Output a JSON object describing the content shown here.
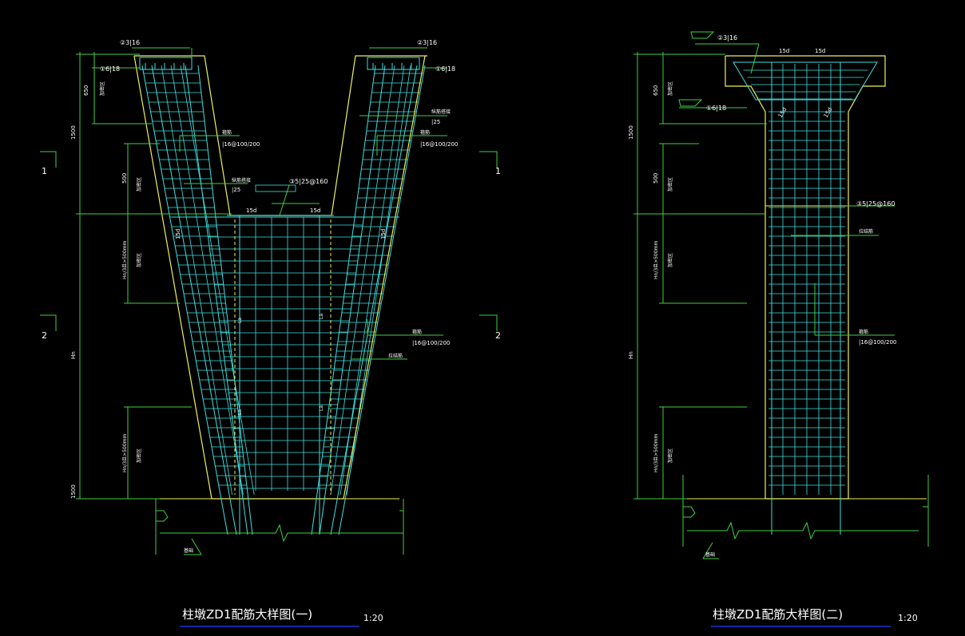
{
  "colors": {
    "background": "#000000",
    "outline": "#f0f060",
    "rebar": "#40e0e0",
    "dimension": "#40d040",
    "text": "#ffffff",
    "title_underline": "#2040ff"
  },
  "left": {
    "title": "柱墩ZD1配筋大样图(一)",
    "scale": "1:20",
    "bar_top": "②3|16",
    "bar_top_right": "②3|16",
    "bar_side_left": "①6|18",
    "bar_side_right": "①6|18",
    "bar_mid": "③5|25@160",
    "lap_left_a": "15d",
    "lap_left_b": "15d",
    "stirrup_left_label": "箍筋",
    "stirrup_left_spec": "|16@100/200",
    "stirrup_right_label": "箍筋",
    "stirrup_right_spec": "|16@100/200",
    "tie_left_label": "纵筋搭接",
    "tie_left_spec": "|25",
    "tie_right_label": "纵筋搭接",
    "tie_right_spec": "|25",
    "stirrup_bottom_label": "箍筋",
    "stirrup_bottom_spec": "|16@100/200",
    "tie_bottom_label": "拉结筋",
    "dim_650": "650",
    "dim_1500": "1500",
    "dim_500": "500",
    "dim_hn3_top": "Hn/3且>500mm",
    "dim_hn": "Hn",
    "dim_hn3_bottom": "Hn/3且>500mm",
    "dense_zone": "加密区",
    "section_1_left": "1",
    "section_1_right": "1",
    "section_2_left": "2",
    "section_2_right": "2",
    "lap_15d_left": "15d",
    "lap_15d_right": "15d",
    "la_1": "La",
    "la_2": "La",
    "la_3": "La",
    "la_4": "La",
    "base_label": "基础"
  },
  "right": {
    "title": "柱墩ZD1配筋大样图(二)",
    "scale": "1:20",
    "bar_top": "②3|16",
    "bar_side": "①6|18",
    "bar_mid": "③5|25@160",
    "lap_a": "15d",
    "lap_b": "15d",
    "lap_c": "15d",
    "lap_d": "15d",
    "tie_label": "拉结筋",
    "stirrup_label": "箍筋",
    "stirrup_spec": "|16@100/200",
    "dim_650": "650",
    "dim_1500": "1500",
    "dim_500": "500",
    "dim_hn3_top": "Hn/3且>500mm",
    "dim_hn": "Hn",
    "dim_hn3_bottom": "Hn/3且>500mm",
    "dense_zone": "加密区",
    "base_label": "基础"
  }
}
